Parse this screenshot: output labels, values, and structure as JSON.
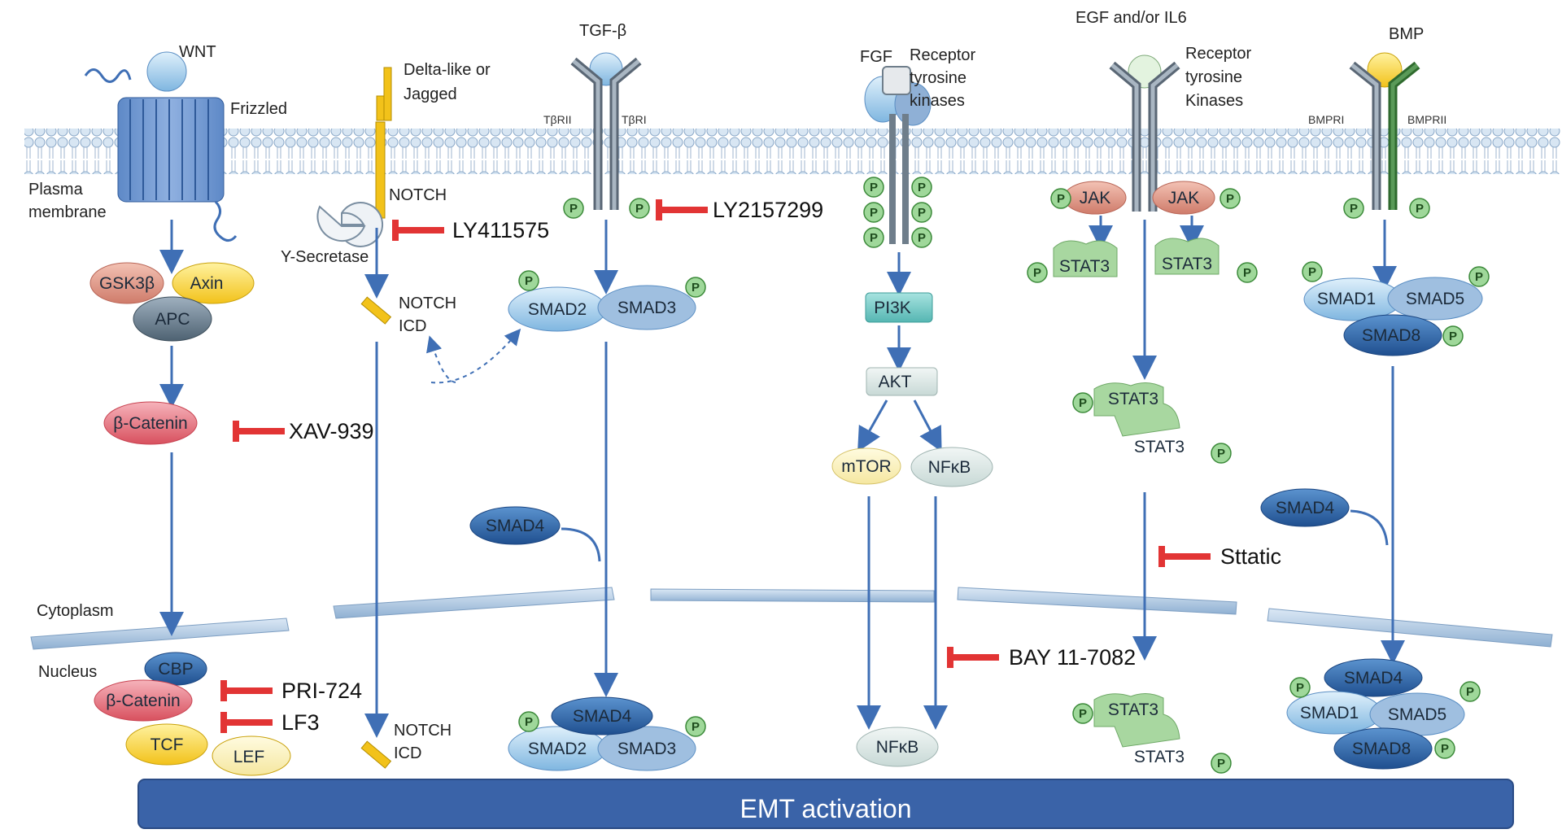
{
  "labels": {
    "wnt": "WNT",
    "frizzled": "Frizzled",
    "plasma_membrane_1": "Plasma",
    "plasma_membrane_2": "membrane",
    "gsk3b": "GSK3β",
    "axin": "Axin",
    "apc": "APC",
    "beta_catenin": "β-Catenin",
    "cytoplasm": "Cytoplasm",
    "nucleus": "Nucleus",
    "cbp": "CBP",
    "beta_catenin_nuc": "β-Catenin",
    "tcf": "TCF",
    "lef": "LEF",
    "delta_like_1": "Delta-like or",
    "delta_like_2": "Jagged",
    "notch": "NOTCH",
    "y_secretase": "Y-Secretase",
    "notch_icd_1a": "NOTCH",
    "notch_icd_1b": "ICD",
    "notch_icd_2a": "NOTCH",
    "notch_icd_2b": "ICD",
    "tgfb": "TGF-β",
    "tbrii": "TβRII",
    "tbri": "TβRI",
    "smad2": "SMAD2",
    "smad3": "SMAD3",
    "smad4_cyto": "SMAD4",
    "smad4_nuc": "SMAD4",
    "smad2_nuc": "SMAD2",
    "smad3_nuc": "SMAD3",
    "fgf": "FGF",
    "rtk_fgf_1": "Receptor",
    "rtk_fgf_2": "tyrosine",
    "rtk_fgf_3": "kinases",
    "pi3k": "PI3K",
    "akt": "AKT",
    "mtor": "mTOR",
    "nfkb": "NFκB",
    "nfkb_nuc": "NFκB",
    "egf": "EGF and/or IL6",
    "rtk_egf_1": "Receptor",
    "rtk_egf_2": "tyrosine",
    "rtk_egf_3": "Kinases",
    "jak_left": "JAK",
    "jak_right": "JAK",
    "stat3_a": "STAT3",
    "stat3_b": "STAT3",
    "stat3_dimer_top": "STAT3",
    "stat3_dimer_bottom": "STAT3",
    "stat3_nuc_top": "STAT3",
    "stat3_nuc_bottom": "STAT3",
    "bmp": "BMP",
    "bmpri": "BMPRI",
    "bmprii": "BMPRII",
    "smad1": "SMAD1",
    "smad5": "SMAD5",
    "smad8": "SMAD8",
    "smad4_bmp": "SMAD4",
    "smad4_bmp_nuc": "SMAD4",
    "smad1_nuc": "SMAD1",
    "smad5_nuc": "SMAD5",
    "smad8_nuc": "SMAD8",
    "p": "P"
  },
  "inhibitors": {
    "ly411575": "LY411575",
    "ly2157299": "LY2157299",
    "xav939": "XAV-939",
    "pri724": "PRI-724",
    "lf3": "LF3",
    "sttatic": "Sttatic",
    "bay": "BAY 11-7082"
  },
  "emt_activation": "EMT activation",
  "colors": {
    "arrow": "#3f6fb5",
    "inhibitor": "#e23434",
    "membrane_head": "#c7dcef",
    "emt_bar": "#3a63a8",
    "phospho": "#9fd89a"
  }
}
